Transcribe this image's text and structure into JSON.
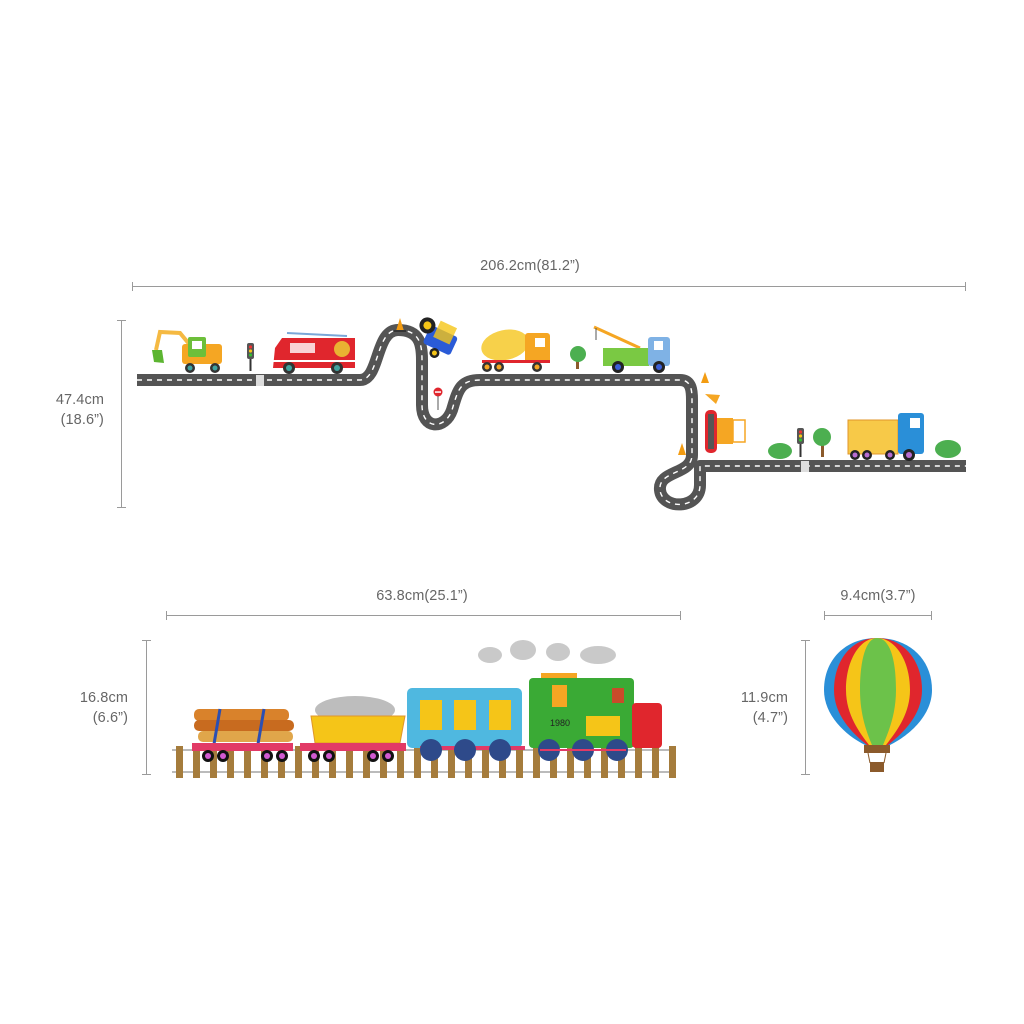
{
  "road_set": {
    "width_label": "206.2cm(81.2”)",
    "height_label_cm": "47.4cm",
    "height_label_in": "(18.6”)",
    "items": [
      "excavator",
      "traffic-light",
      "fire-truck",
      "traffic-cone",
      "tractor",
      "stop-sign",
      "cement-mixer",
      "tree",
      "tow-truck",
      "traffic-cone",
      "bulldozer",
      "traffic-cone",
      "bush",
      "traffic-light",
      "tree",
      "dump-truck",
      "bush"
    ]
  },
  "train_set": {
    "width_label": "63.8cm(25.1”)",
    "height_label_cm": "16.8cm",
    "height_label_in": "(6.6”)",
    "engine_number": "1980",
    "items": [
      "log-wagon",
      "stone-wagon",
      "passenger-carriage",
      "steam-engine",
      "smoke-clouds",
      "railway-track"
    ]
  },
  "balloon": {
    "width_label": "9.4cm(3.7”)",
    "height_label_cm": "11.9cm",
    "height_label_in": "(4.7”)"
  },
  "colors": {
    "road": "#545454",
    "dimension_line": "#9a9a9a",
    "label_text": "#666666"
  }
}
